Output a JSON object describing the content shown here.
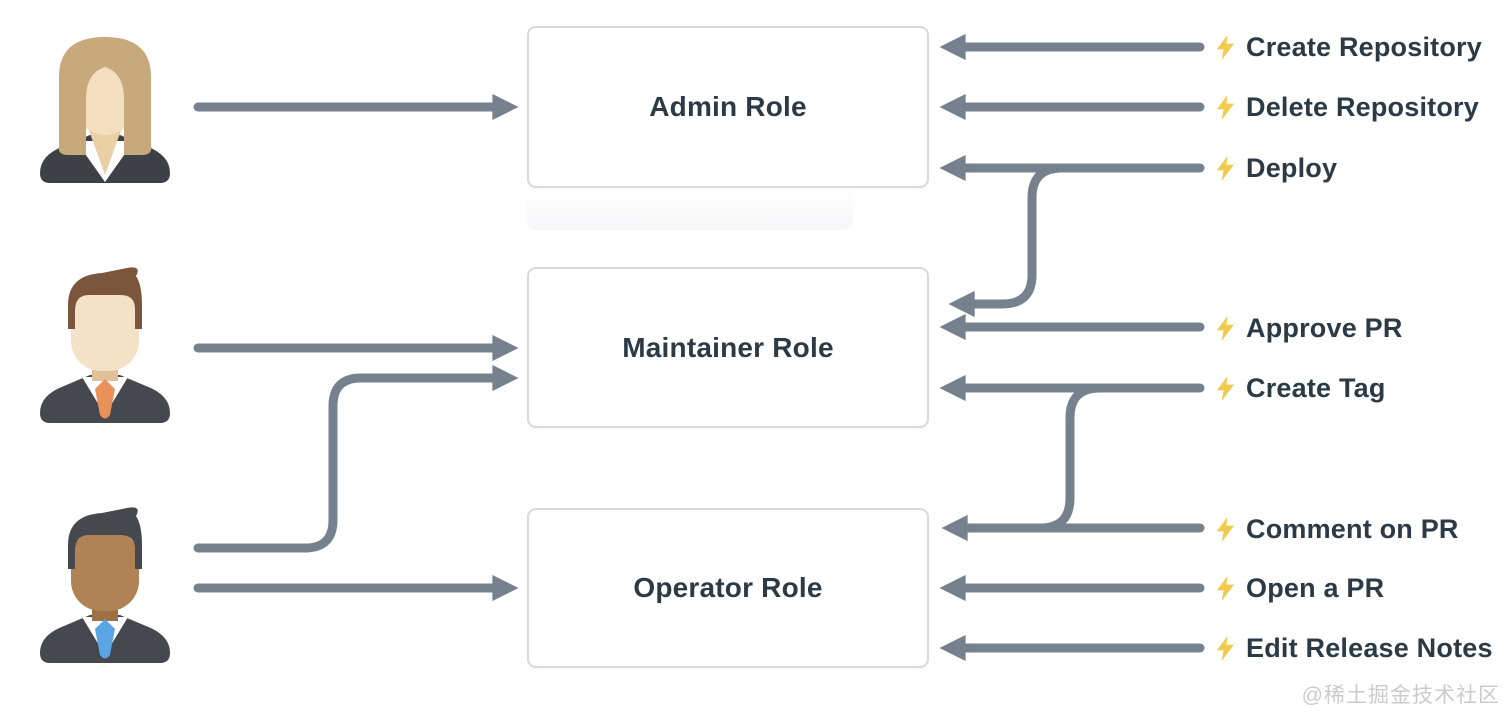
{
  "title": "Repository role permissions diagram",
  "colors": {
    "background": "#ffffff",
    "arrow": "#76818e",
    "box_bg": "#ffffff",
    "box_border": "#d6dade",
    "role_text": "#2c3a46",
    "action_text": "#2c3a46",
    "bolt": "#f2ca4d",
    "watermark": "#cbcbcb"
  },
  "roles": [
    {
      "id": "admin",
      "label": "Admin Role"
    },
    {
      "id": "maintainer",
      "label": "Maintainer Role"
    },
    {
      "id": "operator",
      "label": "Operator Role"
    }
  ],
  "users": [
    {
      "id": "user-1",
      "description": "businesswoman avatar, blonde bob, dark suit",
      "connects_to": [
        "Admin Role"
      ]
    },
    {
      "id": "user-2",
      "description": "businessman avatar, brown hair, orange tie",
      "connects_to": [
        "Maintainer Role"
      ]
    },
    {
      "id": "user-3",
      "description": "businessman avatar, dark hair, blue tie",
      "connects_to": [
        "Maintainer Role",
        "Operator Role"
      ]
    }
  ],
  "actions": [
    {
      "label": "Create Repository",
      "icon": "lightning-bolt",
      "targets": [
        "Admin Role"
      ]
    },
    {
      "label": "Delete Repository",
      "icon": "lightning-bolt",
      "targets": [
        "Admin Role"
      ]
    },
    {
      "label": "Deploy",
      "icon": "lightning-bolt",
      "targets": [
        "Admin Role",
        "Maintainer Role"
      ]
    },
    {
      "label": "Approve PR",
      "icon": "lightning-bolt",
      "targets": [
        "Maintainer Role"
      ]
    },
    {
      "label": "Create Tag",
      "icon": "lightning-bolt",
      "targets": [
        "Maintainer Role",
        "Operator Role"
      ]
    },
    {
      "label": "Comment on PR",
      "icon": "lightning-bolt",
      "targets": [
        "Operator Role"
      ]
    },
    {
      "label": "Open a PR",
      "icon": "lightning-bolt",
      "targets": [
        "Operator Role"
      ]
    },
    {
      "label": "Edit Release Notes",
      "icon": "lightning-bolt",
      "targets": [
        "Operator Role"
      ]
    }
  ],
  "edges": [
    {
      "from": "user-1",
      "to": "Admin Role"
    },
    {
      "from": "user-2",
      "to": "Maintainer Role"
    },
    {
      "from": "user-3",
      "to": "Maintainer Role"
    },
    {
      "from": "user-3",
      "to": "Operator Role"
    },
    {
      "from": "Create Repository",
      "to": "Admin Role"
    },
    {
      "from": "Delete Repository",
      "to": "Admin Role"
    },
    {
      "from": "Deploy",
      "to": "Admin Role"
    },
    {
      "from": "Deploy",
      "to": "Maintainer Role"
    },
    {
      "from": "Approve PR",
      "to": "Maintainer Role"
    },
    {
      "from": "Create Tag",
      "to": "Maintainer Role"
    },
    {
      "from": "Create Tag",
      "to": "Operator Role"
    },
    {
      "from": "Comment on PR",
      "to": "Operator Role"
    },
    {
      "from": "Open a PR",
      "to": "Operator Role"
    },
    {
      "from": "Edit Release Notes",
      "to": "Operator Role"
    }
  ],
  "avatars": [
    {
      "hair": "#c7a97b",
      "skin": "#f3dfc0",
      "neck": "#eacfa5",
      "suit": "#3d4046",
      "shirt": "#ffffff"
    },
    {
      "hair": "#7b563c",
      "skin": "#f3e2c8",
      "neck": "#e2c098",
      "suit": "#45484e",
      "shirt": "#ffffff",
      "tie": "#e8925a"
    },
    {
      "hair": "#45484d",
      "skin": "#b28257",
      "neck": "#9e7046",
      "suit": "#45484e",
      "shirt": "#ffffff",
      "tie": "#5ba4e6"
    }
  ],
  "watermark": "@稀土掘金技术社区"
}
